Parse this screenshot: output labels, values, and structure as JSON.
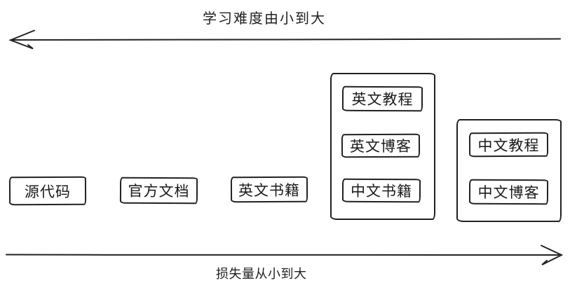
{
  "diagram": {
    "top_axis": {
      "label": "学习难度由小到大",
      "arrow_direction": "left"
    },
    "bottom_axis": {
      "label": "损失量从小到大",
      "arrow_direction": "right"
    },
    "standalone_boxes": [
      {
        "label": "源代码"
      },
      {
        "label": "官方文档"
      },
      {
        "label": "英文书籍"
      }
    ],
    "groups": [
      {
        "boxes": [
          {
            "label": "英文教程"
          },
          {
            "label": "英文博客"
          },
          {
            "label": "中文书籍"
          }
        ]
      },
      {
        "boxes": [
          {
            "label": "中文教程"
          },
          {
            "label": "中文博客"
          }
        ]
      }
    ],
    "colors": {
      "stroke": "#212121",
      "background": "#ffffff"
    }
  }
}
